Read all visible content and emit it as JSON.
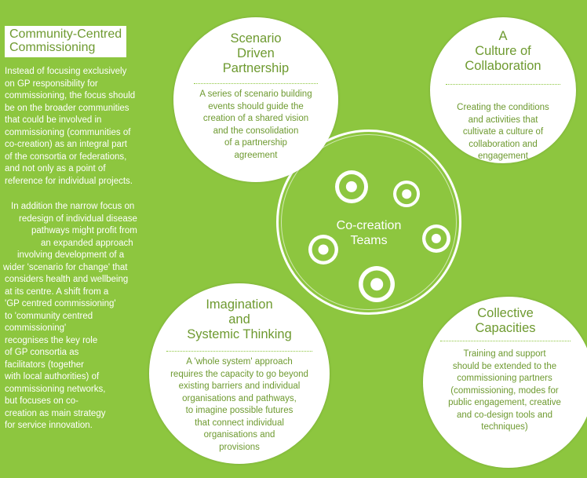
{
  "sidebar": {
    "title": "Community-Centred\nCommissioning",
    "para1_lines": [
      "Instead of focusing exclusively",
      "on GP responsibility for",
      "commissioning, the focus should",
      "be on the broader communities",
      "that could be involved in",
      "commissioning (communities of",
      "co-creation) as an integral part",
      "of the consortia or federations,",
      "and not only as a point of",
      "reference for individual projects."
    ],
    "para2_lines": [
      "In addition the narrow focus on",
      "redesign of individual disease",
      "pathways might profit from",
      "an expanded approach",
      "involving development of a",
      "wider 'scenario for change' that",
      "considers health and wellbeing",
      "at its centre. A shift from a",
      "'GP centred commissioning'",
      "to 'community centred",
      "commissioning'",
      "recognises the key role",
      "of GP consortia as",
      "facilitators (together",
      "with local authorities) of",
      "commissioning networks,",
      "but focuses on co-",
      "creation as main strategy",
      "for service innovation."
    ]
  },
  "center": {
    "label": "Co-creation\nTeams"
  },
  "bubbles": {
    "scenario": {
      "title": "Scenario\nDriven\nPartnership",
      "text": "A series of scenario building\nevents should guide the\ncreation of a shared vision\nand the consolidation\nof a partnership\nagreement"
    },
    "culture": {
      "title": "A\nCulture of\nCollaboration",
      "text": "Creating the conditions\nand activities that\ncultivate a culture of\ncollaboration and\nengagement"
    },
    "imagination": {
      "title": "Imagination\nand\nSystemic Thinking",
      "text": "A 'whole system' approach\nrequires the capacity to go beyond\nexisting barriers and individual\norganisations and pathways,\nto imagine possible futures\nthat connect individual\norganisations and\nprovisions"
    },
    "collective": {
      "title": "Collective\nCapacities",
      "text": "Training and support\nshould be extended to the\ncommissioning partners\n(commissioning, modes for\npublic engagement, creative\nand co-design tools and\ntechniques)"
    }
  },
  "colors": {
    "background": "#8dc63f",
    "accent_text": "#6e9a30",
    "white": "#ffffff"
  }
}
